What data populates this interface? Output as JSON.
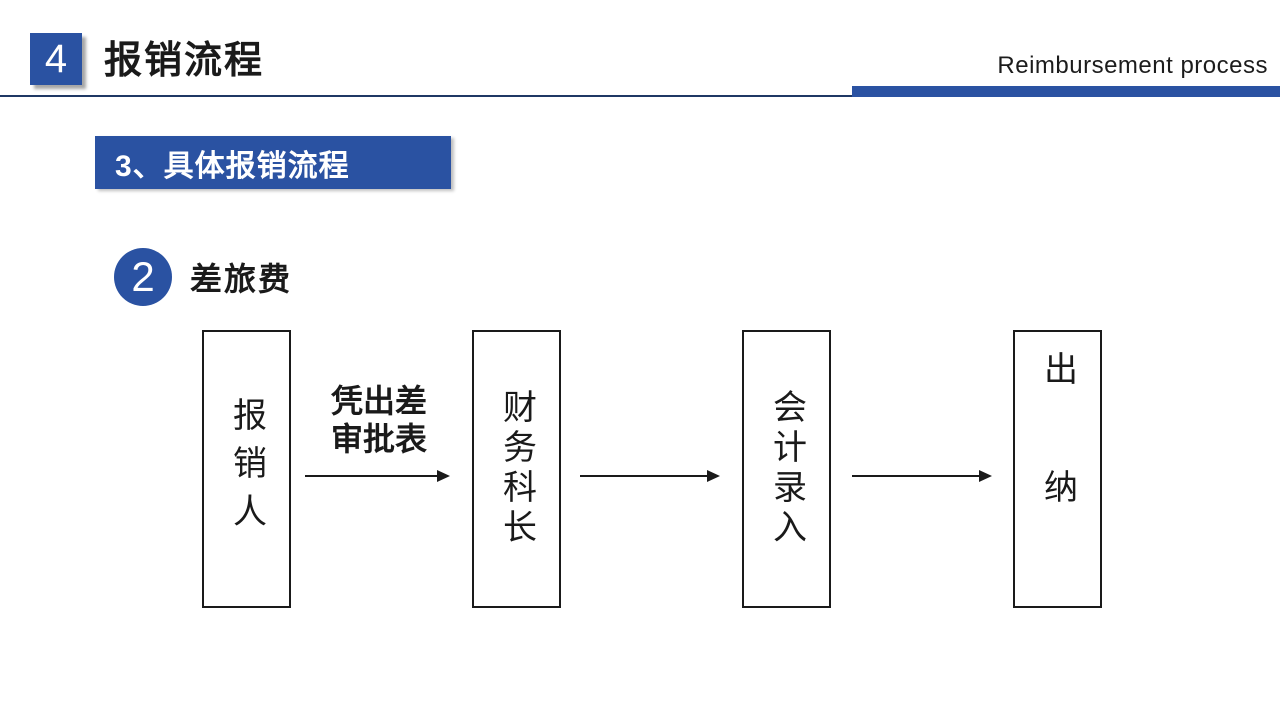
{
  "header": {
    "section_number": "4",
    "title": "报销流程",
    "subtitle_en": "Reimbursement process"
  },
  "banner": {
    "label": "3、具体报销流程"
  },
  "step": {
    "number": "2",
    "label": "差旅费"
  },
  "flowchart": {
    "nodes": [
      {
        "label": "报销人"
      },
      {
        "label": "财务科长"
      },
      {
        "label": "会计录入"
      },
      {
        "label": "出纳"
      }
    ],
    "arrows": [
      {
        "label": "凭出差\n审批表"
      },
      {
        "label": ""
      },
      {
        "label": ""
      }
    ]
  },
  "colors": {
    "accent_blue": "#2a52a2",
    "rule_navy": "#1f3864"
  }
}
